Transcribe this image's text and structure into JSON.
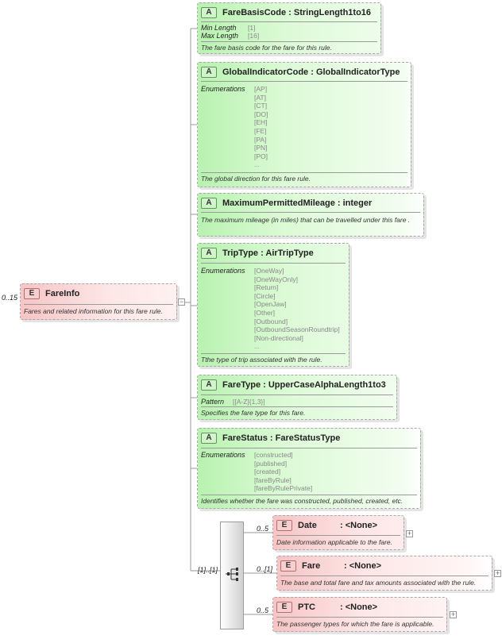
{
  "root": {
    "badge": "E",
    "name": "FareInfo",
    "multiplicity": "0..15",
    "doc": "Fares and related information for this fare rule."
  },
  "attributes": [
    {
      "badge": "A",
      "title": "FareBasisCode : StringLength1to16",
      "facets": [
        {
          "label": "Min Length",
          "value": "[1]"
        },
        {
          "label": "Max Length",
          "value": "[16]"
        }
      ],
      "doc": "The fare basis code for the fare for this rule."
    },
    {
      "badge": "A",
      "title": "GlobalIndicatorCode : GlobalIndicatorType",
      "enum_label": "Enumerations",
      "enumerations": [
        "[AP]",
        "[AT]",
        "[CT]",
        "[DO]",
        "[EH]",
        "[FE]",
        "[PA]",
        "[PN]",
        "[PO]",
        "..."
      ],
      "doc": "The global direction for this fare rule."
    },
    {
      "badge": "A",
      "title": "MaximumPermittedMileage : integer",
      "doc": "The maximum mileage (in miles) that can be travelled under this fare ."
    },
    {
      "badge": "A",
      "title": "TripType : AirTripType",
      "enum_label": "Enumerations",
      "enumerations": [
        "[OneWay]",
        "[OneWayOnly]",
        "[Return]",
        "[Circle]",
        "[OpenJaw]",
        "[Other]",
        "[Outbound]",
        "[OutboundSeasonRoundtrip]",
        "[Non-directional]",
        "..."
      ],
      "doc": "Tthe type of trip associated with the rule."
    },
    {
      "badge": "A",
      "title": "FareType : UpperCaseAlphaLength1to3",
      "pattern_label": "Pattern",
      "pattern_value": "[[A-Z]{1,3}]",
      "doc": "Specifies the fare type for this fare."
    },
    {
      "badge": "A",
      "title": "FareStatus : FareStatusType",
      "enum_label": "Enumerations",
      "enumerations": [
        "[constructed]",
        "[published]",
        "[created]",
        "[fareByRule]",
        "[fareByRulePrivate]"
      ],
      "doc": "Identifies whether the fare was constructed, published, created, etc."
    }
  ],
  "sequence": {
    "multiplicity": "[1]..[1]"
  },
  "children": [
    {
      "badge": "E",
      "name": "Date",
      "type": ": <None>",
      "multiplicity": "0..5",
      "doc": "Date information applicable to the fare."
    },
    {
      "badge": "E",
      "name": "Fare",
      "type": ": <None>",
      "multiplicity": "0..[1]",
      "doc": "The base and total fare and tax amounts associated with the rule."
    },
    {
      "badge": "E",
      "name": "PTC",
      "type": ": <None>",
      "multiplicity": "0..5",
      "doc": "The passenger types for which the fare is applicable."
    }
  ],
  "symbols": {
    "expand": "+",
    "collapse": "−"
  },
  "colors": {
    "attribute_fill": "#dcfad6",
    "element_fill": "#fde6e6",
    "border": "#a8a8a8",
    "connector": "#9a9a9a"
  }
}
